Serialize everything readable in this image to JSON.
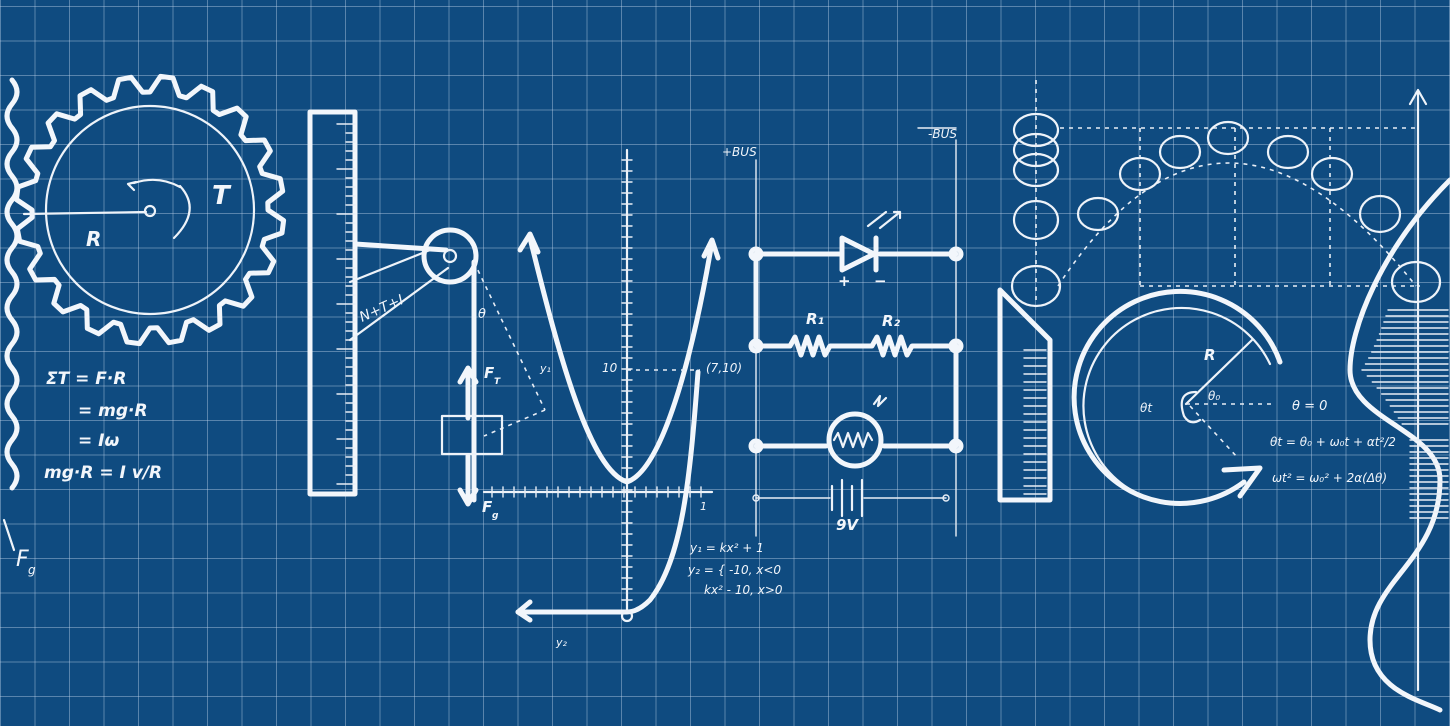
{
  "torque": {
    "radius_label": "R",
    "torque_label": "T",
    "eq1": "ΣT = F·R",
    "eq2": "= mg·R",
    "eq3": "= Iω",
    "eq4": "mg·R = I v/R",
    "force_label": "F",
    "force_sub": "g"
  },
  "pulley": {
    "force_top": "F",
    "force_top_sub": "T",
    "force_bottom": "F",
    "force_bottom_sub": "g",
    "angle_label": "θ",
    "ramp_label": "N+T+I"
  },
  "graph": {
    "y_mark": "10",
    "point_label": "(7,10)",
    "curve_label": "y₁",
    "x_tick": "1",
    "eq_a": "y₁ = kx² + 1",
    "eq_b": "y₂ = { -10, x<0",
    "eq_c": "  kx² - 10, x>0",
    "axis_label": "y₂"
  },
  "circuit": {
    "pos_bus": "+BUS",
    "neg_bus": "-BUS",
    "r1": "R₁",
    "r2": "R₂",
    "plus": "+",
    "minus": "−",
    "voltage": "9V"
  },
  "rotation": {
    "radius_label": "R",
    "theta_t": "θt",
    "theta_0": "θ₀",
    "theta_zero": "θ = 0",
    "eq1": "θt = θ₀ + ω₀t + αt²/2",
    "eq2": "ωt² = ω₀² + 2α(Δθ)"
  }
}
